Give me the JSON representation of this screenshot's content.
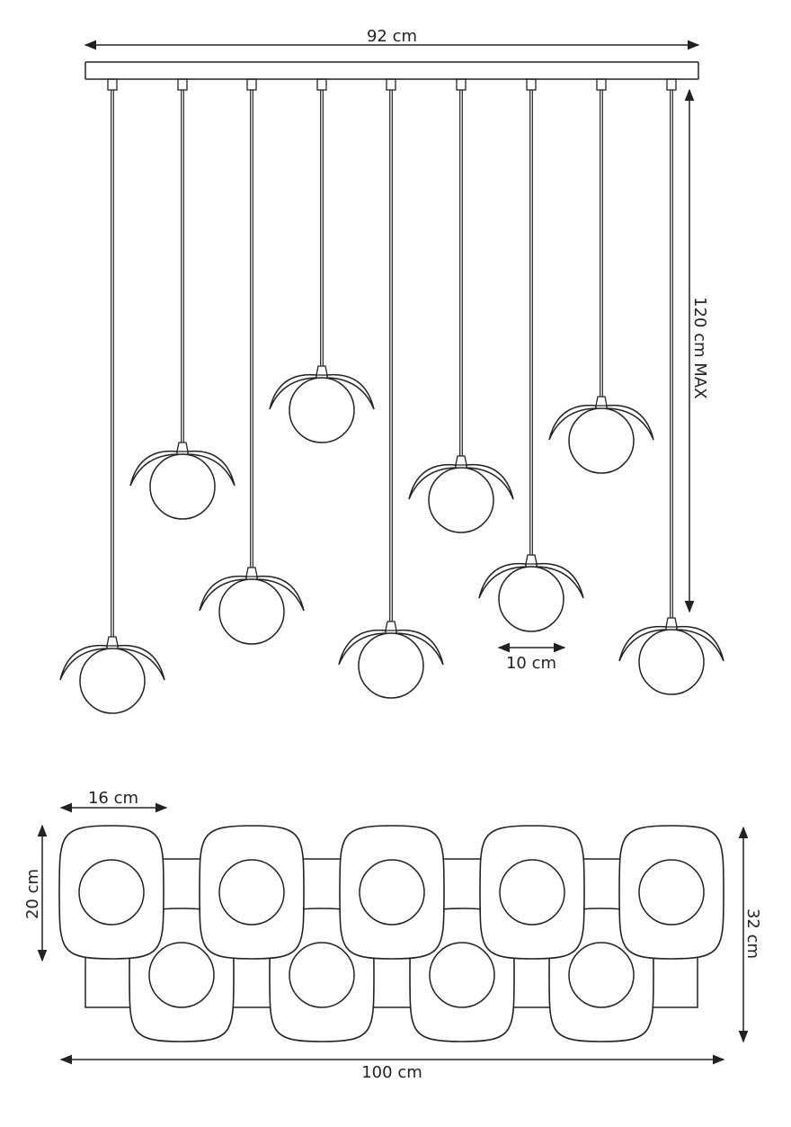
{
  "colors": {
    "line": "#222222",
    "background": "#ffffff"
  },
  "dimensions": {
    "bar_width": "92 cm",
    "max_drop": "120 cm MAX",
    "globe_diameter": "10 cm",
    "shade_width": "16 cm",
    "shade_height": "20 cm",
    "canopy_depth": "32 cm",
    "overall_width": "100 cm"
  },
  "front_view": {
    "pendant_count": 9
  },
  "top_view": {
    "shade_count_back_row": 5,
    "shade_count_front_row": 4
  }
}
